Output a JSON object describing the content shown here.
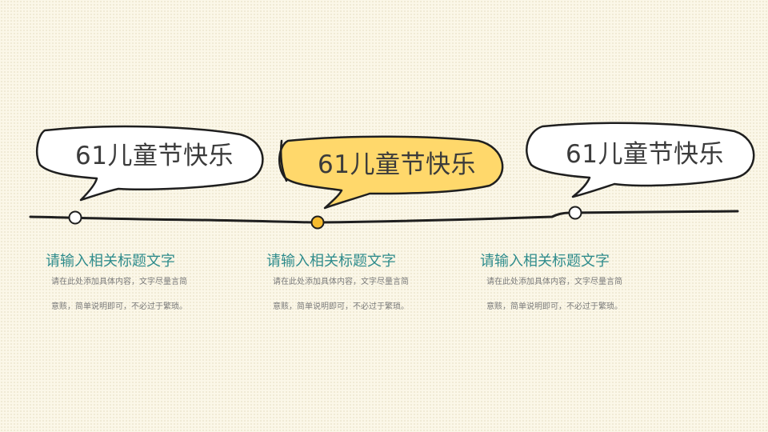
{
  "colors": {
    "background": "#fbf7e8",
    "line": "#1f1f1f",
    "accent": "#ffd86b",
    "accent_dot": "#f6bb2e",
    "title": "#2f8c8c",
    "body_text": "#7a7a7a"
  },
  "milestones": [
    {
      "bubble_text": "61儿童节快乐",
      "highlighted": false,
      "title": "请输入相关标题文字",
      "body_line1": "请在此处添加具体内容，文字尽量言简",
      "body_line2": "意赅，简单说明即可，不必过于繁琐。"
    },
    {
      "bubble_text": "61儿童节快乐",
      "highlighted": true,
      "title": "请输入相关标题文字",
      "body_line1": "请在此处添加具体内容，文字尽量言简",
      "body_line2": "意赅，简单说明即可，不必过于繁琐。"
    },
    {
      "bubble_text": "61儿童节快乐",
      "highlighted": false,
      "title": "请输入相关标题文字",
      "body_line1": "请在此处添加具体内容，文字尽量言简",
      "body_line2": "意赅，简单说明即可，不必过于繁琐。"
    }
  ]
}
